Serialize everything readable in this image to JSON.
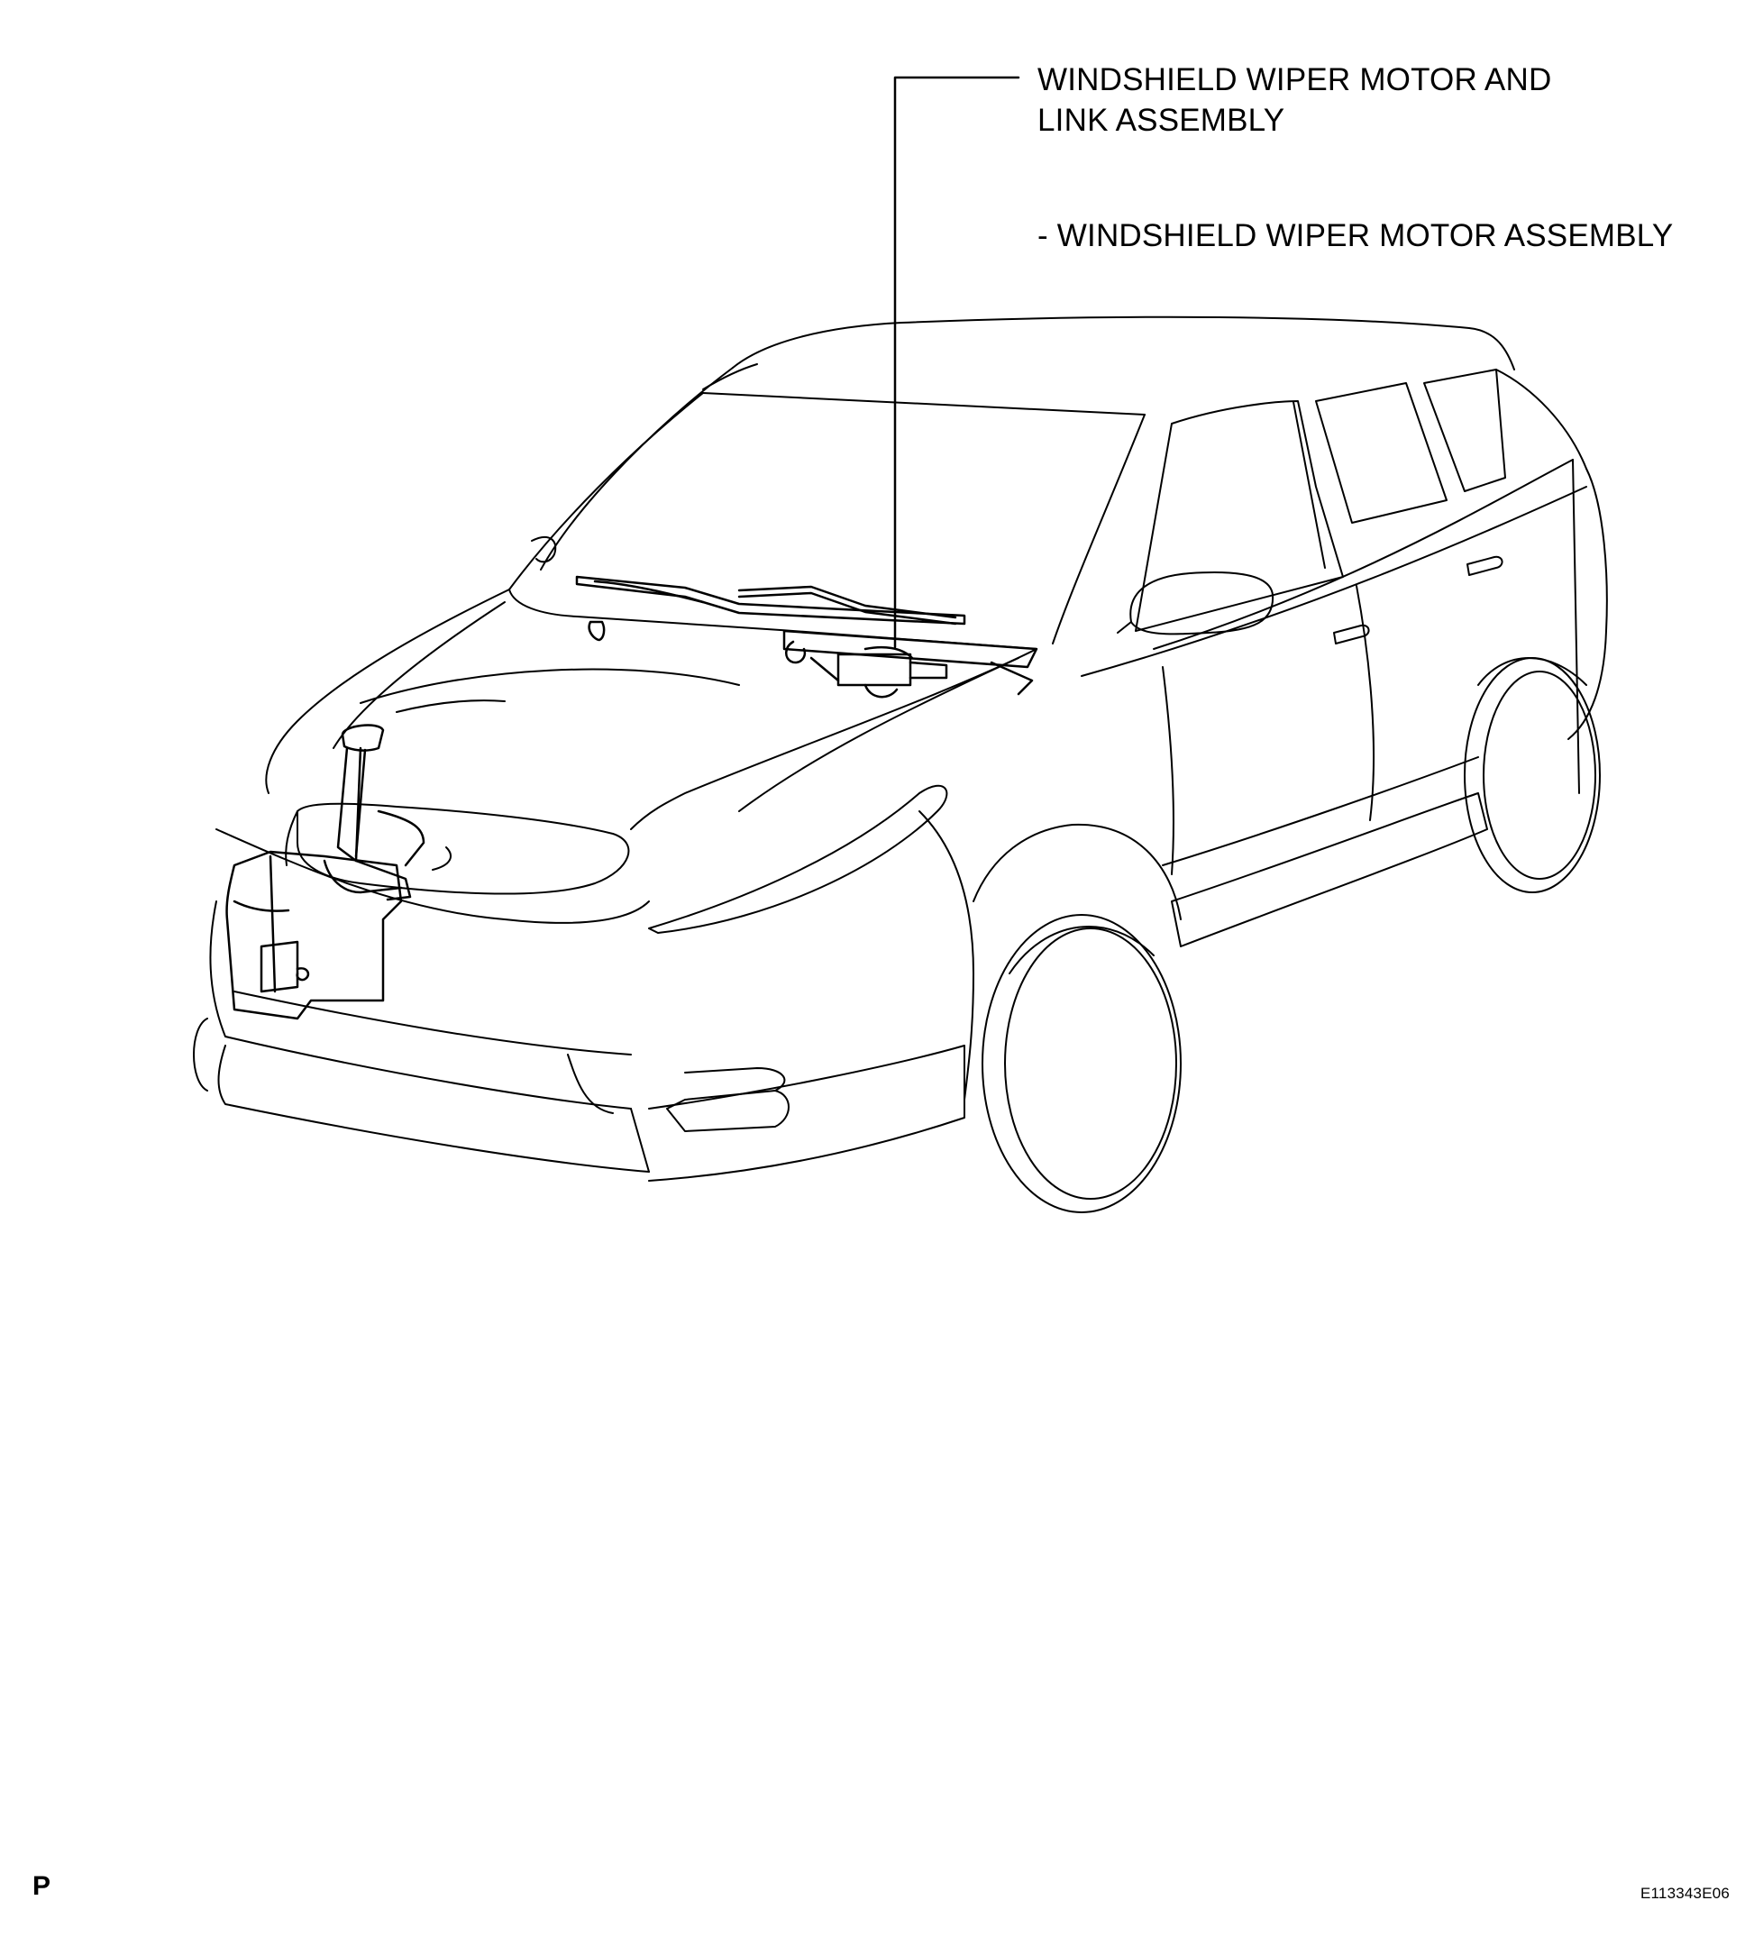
{
  "callout": {
    "line1": "WINDSHIELD WIPER MOTOR AND",
    "line2": "LINK ASSEMBLY",
    "subitem": "- WINDSHIELD WIPER MOTOR ASSEMBLY"
  },
  "footer": {
    "page_letter": "P",
    "figure_code": "E113343E06"
  },
  "colors": {
    "line": "#000000",
    "background": "#ffffff"
  }
}
